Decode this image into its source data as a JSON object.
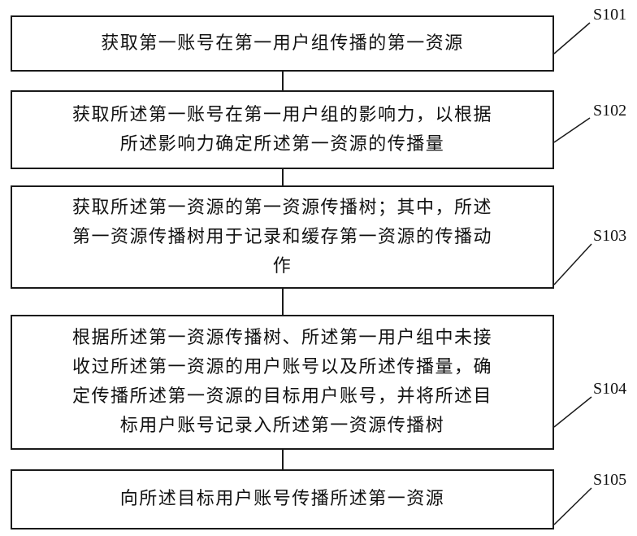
{
  "steps": [
    {
      "id": "S101",
      "label": "S101",
      "text": "获取第一账号在第一用户组传播的第一资源"
    },
    {
      "id": "S102",
      "label": "S102",
      "text": "获取所述第一账号在第一用户组的影响力，以根据\n所述影响力确定所述第一资源的传播量"
    },
    {
      "id": "S103",
      "label": "S103",
      "text": "获取所述第一资源的第一资源传播树；其中，所述\n第一资源传播树用于记录和缓存第一资源的传播动\n作"
    },
    {
      "id": "S104",
      "label": "S104",
      "text": "根据所述第一资源传播树、所述第一用户组中未接\n收过所述第一资源的用户账号以及所述传播量，确\n定传播所述第一资源的目标用户账号，并将所述目\n标用户账号记录入所述第一资源传播树"
    },
    {
      "id": "S105",
      "label": "S105",
      "text": "向所述目标用户账号传播所述第一资源"
    }
  ],
  "colors": {
    "line": "#1a1a1a",
    "text": "#111111",
    "background": "#ffffff"
  }
}
